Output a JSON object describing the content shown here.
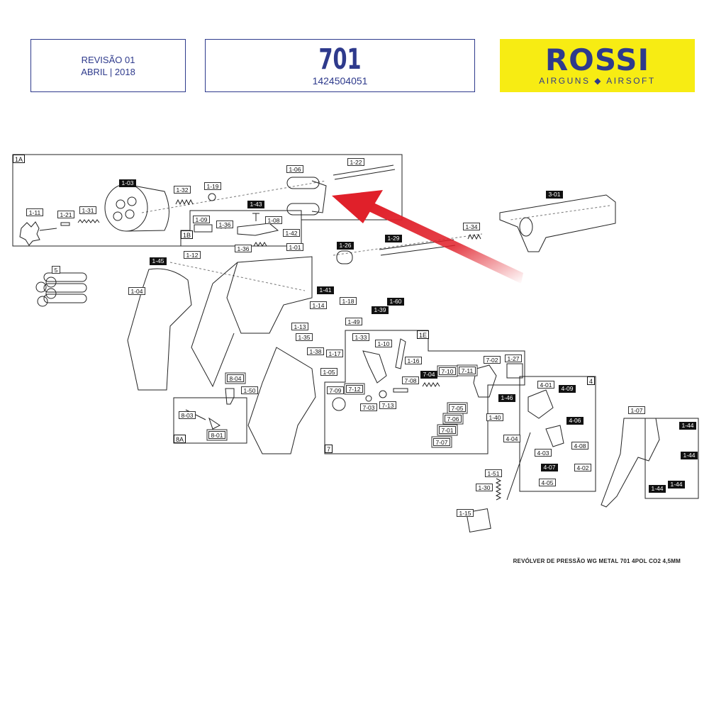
{
  "header": {
    "revision_line1": "REVISÃO 01",
    "revision_line2": "ABRIL | 2018",
    "model": "701",
    "code": "1424504051"
  },
  "logo": {
    "word": "ROSSI",
    "sub": "AIRGUNS ◆ AIRSOFT"
  },
  "caption": "REVÓLVER DE PRESSÃO WG METAL 701 4POL CO2 4,5MM",
  "sections": {
    "s1a": "1A",
    "s1b": "1B",
    "s1e": "1E",
    "s4": "4",
    "s7": "7",
    "s8a": "8A"
  },
  "parts": {
    "p1_03": "1-03",
    "p1_32": "1-32",
    "p1_19": "1-19",
    "p1_06": "1-06",
    "p1_22": "1-22",
    "p1_11": "1-11",
    "p1_21": "1-21",
    "p1_31": "1-31",
    "p1_43": "1-43",
    "p1_09": "1-09",
    "p1_36a": "1-36",
    "p1_08": "1-08",
    "p1_42": "1-42",
    "p1_36b": "1-36",
    "p1_01": "1-01",
    "p3_01": "3-01",
    "p1_34": "1-34",
    "p1_29": "1-29",
    "p1_26": "1-26",
    "p1_45": "1-45",
    "p1_12": "1-12",
    "p5": "5",
    "p1_04": "1-04",
    "p1_41": "1-41",
    "p1_60": "1-60",
    "p1_39": "1-39",
    "p1_18": "1-18",
    "p1_14": "1-14",
    "p1_13": "1-13",
    "p1_49": "1-49",
    "p1_35": "1-35",
    "p1_33": "1-33",
    "p1_10": "1-10",
    "p1_38": "1-38",
    "p1_17": "1-17",
    "p1_16": "1-16",
    "p1_05": "1-05",
    "p8_04": "8-04",
    "p1_50": "1-50",
    "p8_03": "8-03",
    "p8_01": "8-01",
    "p7_02": "7-02",
    "p1_27": "1-27",
    "p7_04": "7-04",
    "p7_10": "7-10",
    "p7_11": "7-11",
    "p7_08": "7-08",
    "p7_09": "7-09",
    "p7_12": "7-12",
    "p7_03": "7-03",
    "p7_13": "7-13",
    "p1_46": "1-46",
    "p7_05": "7-05",
    "p7_06": "7-06",
    "p1_40": "1-40",
    "p7_01": "7-01",
    "p7_07": "7-07",
    "p4_01": "4-01",
    "p4_09": "4-09",
    "p4_06": "4-06",
    "p4_08": "4-08",
    "p4_03": "4-03",
    "p4_07": "4-07",
    "p4_02": "4-02",
    "p4_05": "4-05",
    "p4_04": "4-04",
    "p1_51": "1-51",
    "p1_30": "1-30",
    "p1_15": "1-15",
    "p1_07": "1-07",
    "p1_44a": "1-44",
    "p1_44b": "1-44",
    "p1_44c": "1-44",
    "p1_44d": "1-44"
  },
  "colors": {
    "brand_blue": "#2e3a8c",
    "logo_yellow": "#f7ec13",
    "arrow_red": "#e0202a"
  }
}
